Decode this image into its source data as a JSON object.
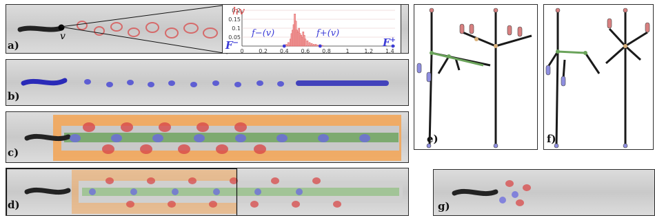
{
  "panels": {
    "a": "a)",
    "b": "b)",
    "c": "c)",
    "d": "d)",
    "e": "e)",
    "f": "f)",
    "g": "g)"
  },
  "annotations": {
    "v": "v",
    "hv": "hv",
    "f_minus_bold": "F",
    "f_minus_sup": "−",
    "f_minus_v": "f−(v)",
    "f_plus_v": "f+(v)",
    "f_plus_bold": "F",
    "f_plus_sup": "+"
  },
  "colors": {
    "red": "#d94a4a",
    "blue": "#3a3ad6",
    "orange": "#f2a65a",
    "green": "#6aa35a",
    "pink": "#f4a6a6",
    "tree_black": "#1a1a1a",
    "node_tan": "#d9b07a",
    "node_red": "#d88080",
    "node_purple": "#8f8fe0"
  },
  "chart_data": {
    "type": "bar",
    "title": "hv",
    "xlim": [
      0,
      1.45
    ],
    "ylim": [
      0,
      0.2
    ],
    "x_ticks": [
      "0",
      "0.2",
      "0.4",
      "0.6",
      "0.8",
      "1",
      "1.2",
      "1.4"
    ],
    "y_ticks": [
      "0.05",
      "0.1",
      "0.15",
      "0.2"
    ],
    "x": [
      0.4,
      0.42,
      0.44,
      0.46,
      0.47,
      0.48,
      0.49,
      0.5,
      0.51,
      0.52,
      0.53,
      0.54,
      0.55,
      0.56,
      0.57,
      0.58,
      0.59,
      0.6,
      0.62,
      0.64,
      0.66,
      0.68,
      0.7,
      0.72,
      0.74,
      0.76
    ],
    "values": [
      0.005,
      0.01,
      0.02,
      0.04,
      0.07,
      0.09,
      0.12,
      0.18,
      0.14,
      0.09,
      0.08,
      0.1,
      0.07,
      0.06,
      0.05,
      0.08,
      0.06,
      0.04,
      0.03,
      0.02,
      0.015,
      0.01,
      0.01,
      0.005,
      0.008,
      0.004
    ],
    "markers": {
      "f_minus": 0.4,
      "f_plus": 0.74,
      "F_plus": 1.43
    }
  }
}
